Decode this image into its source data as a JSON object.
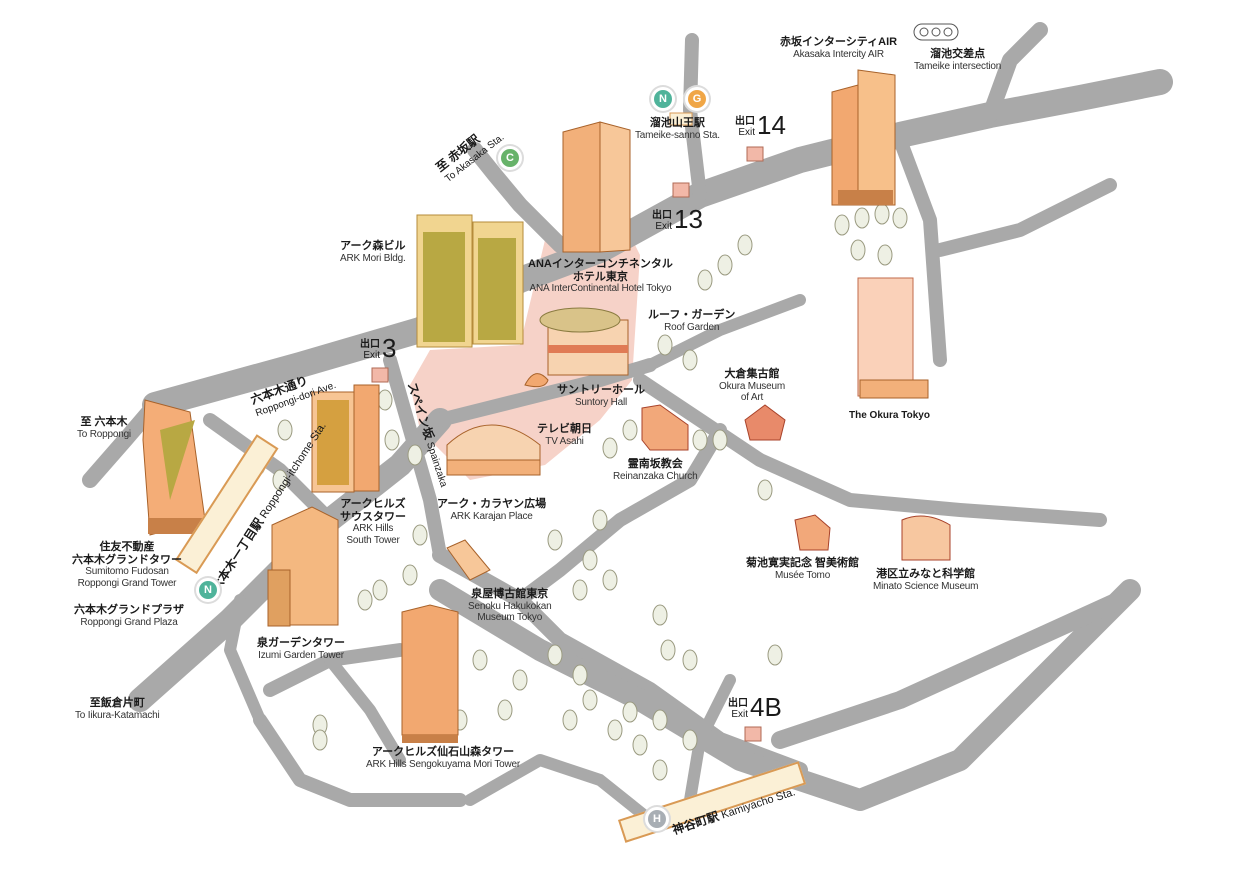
{
  "landmarks": {
    "akasaka_intercity": {
      "jp": "赤坂インターシティAIR",
      "en": "Akasaka Intercity AIR"
    },
    "tameike_intersection": {
      "jp": "溜池交差点",
      "en": "Tameike intersection"
    },
    "tameike_sanno_sta": {
      "jp": "溜池山王駅",
      "en": "Tameike-sanno Sta."
    },
    "ark_mori": {
      "jp": "アーク森ビル",
      "en": "ARK Mori Bldg."
    },
    "ana_hotel": {
      "jp1": "ANAインターコンチネンタル",
      "jp2": "ホテル東京",
      "en": "ANA InterContinental Hotel Tokyo"
    },
    "roof_garden": {
      "jp": "ルーフ・ガーデン",
      "en": "Roof Garden"
    },
    "okura_museum": {
      "jp": "大倉集古館",
      "en1": "Okura Museum",
      "en2": "of Art"
    },
    "okura_tokyo": {
      "en": "The Okura Tokyo"
    },
    "suntory_hall": {
      "jp": "サントリーホール",
      "en": "Suntory Hall"
    },
    "tv_asahi": {
      "jp": "テレビ朝日",
      "en": "TV Asahi"
    },
    "reinanzaka": {
      "jp": "霊南坂教会",
      "en": "Reinanzaka Church"
    },
    "to_roppongi": {
      "jp": "至 六本木",
      "en": "To Roppongi"
    },
    "ark_hills_south": {
      "jp1": "アークヒルズ",
      "jp2": "サウスタワー",
      "en1": "ARK Hills",
      "en2": "South Tower"
    },
    "ark_karajan": {
      "jp": "アーク・カラヤン広場",
      "en": "ARK Karajan Place"
    },
    "sumitomo": {
      "jp1": "住友不動産",
      "jp2": "六本木グランドタワー",
      "en1": "Sumitomo Fudosan",
      "en2": "Roppongi Grand Tower"
    },
    "grand_plaza": {
      "jp": "六本木グランドプラザ",
      "en": "Roppongi Grand Plaza"
    },
    "kikuchi": {
      "jp": "菊池寛実記念 智美術館",
      "en": "Musée Tomo"
    },
    "minato_science": {
      "jp": "港区立みなと科学館",
      "en": "Minato Science Museum"
    },
    "senoku": {
      "jp": "泉屋博古館東京",
      "en1": "Senoku Hakukokan",
      "en2": "Museum Tokyo"
    },
    "izumi_garden": {
      "jp": "泉ガーデンタワー",
      "en": "Izumi Garden Tower"
    },
    "to_iikura": {
      "jp": "至飯倉片町",
      "en": "To Iikura-Katamachi"
    },
    "sengokuyama": {
      "jp": "アークヒルズ仙石山森タワー",
      "en": "ARK Hills Sengokuyama Mori Tower"
    }
  },
  "exits": [
    {
      "jp": "出口",
      "en": "Exit",
      "num": "14"
    },
    {
      "jp": "出口",
      "en": "Exit",
      "num": "13"
    },
    {
      "jp": "出口",
      "en": "Exit",
      "num": "3"
    },
    {
      "jp": "出口",
      "en": "Exit",
      "num": "4B"
    }
  ],
  "streets": {
    "to_akasaka": {
      "jp": "至 赤坂駅",
      "en": "To Akasaka Sta."
    },
    "roppongi_dori": {
      "jp": "六本木通り",
      "en": "Roppongi-dori Ave."
    },
    "spain_zaka": {
      "jp": "スペイン坂",
      "en": "Spainzaka"
    }
  },
  "stations": {
    "roppongi_itchome": {
      "jp": "六本木一丁目駅",
      "en": "Roppongi-itchome Sta."
    },
    "kamiyacho": {
      "jp": "神谷町駅",
      "en": "Kamiyacho Sta."
    }
  },
  "line_badges": [
    {
      "letter": "N",
      "color": "#4fb39a"
    },
    {
      "letter": "G",
      "color": "#f0a646"
    },
    {
      "letter": "C",
      "color": "#67b36a"
    },
    {
      "letter": "N",
      "color": "#4fb39a"
    },
    {
      "letter": "H",
      "color": "#a8aeb4"
    }
  ],
  "colors": {
    "road": "#a9a9a9",
    "plaza": "#f6d2c8",
    "building": "#f0a86a",
    "station": "#fbf0d6"
  }
}
